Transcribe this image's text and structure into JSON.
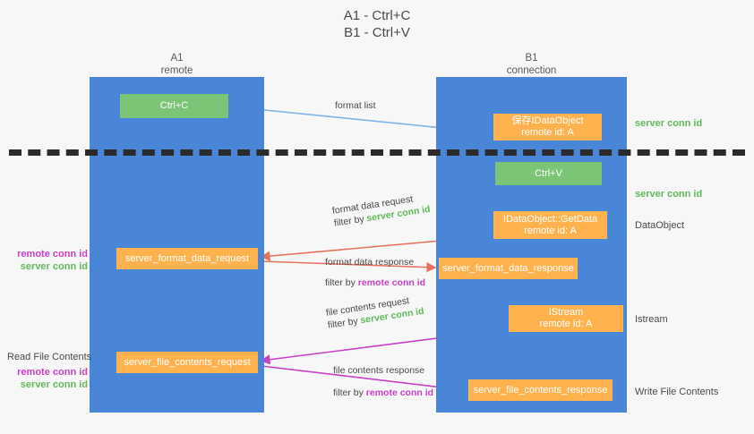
{
  "title": {
    "line1": "A1 - Ctrl+C",
    "line2": "B1 - Ctrl+V"
  },
  "columns": {
    "left": {
      "name": "A1",
      "role": "remote"
    },
    "right": {
      "name": "B1",
      "role": "connection"
    }
  },
  "nodes": {
    "ctrl_c": {
      "line1": "Ctrl+C",
      "line2": ""
    },
    "store_dataobj": {
      "line1": "保存IDataObject",
      "line2": "remote id: A"
    },
    "ctrl_v": {
      "line1": "Ctrl+V",
      "line2": ""
    },
    "getdata": {
      "line1": "IDataObject::GetData",
      "line2": "remote id: A"
    },
    "format_data_request": {
      "line1": "server_format_data_request",
      "line2": ""
    },
    "format_data_response": {
      "line1": "server_format_data_response",
      "line2": ""
    },
    "istream": {
      "line1": "IStream",
      "line2": "remote id: A"
    },
    "file_contents_request": {
      "line1": "server_file_contents_request",
      "line2": ""
    },
    "file_contents_response": {
      "line1": "server_file_contents_response",
      "line2": ""
    }
  },
  "edge_labels": {
    "format_list": {
      "main": "format list",
      "filter_prefix": "",
      "filter_key": ""
    },
    "format_data_request": {
      "main": "format data request",
      "filter_prefix": "filter by ",
      "filter_key": "server conn id"
    },
    "format_data_response": {
      "main": "format data response",
      "filter_prefix": "filter by ",
      "filter_key": "remote conn id"
    },
    "file_contents_request": {
      "main": "file contents request",
      "filter_prefix": "filter by ",
      "filter_key": "server conn id"
    },
    "file_contents_response": {
      "main": "file contents response",
      "filter_prefix": "filter by ",
      "filter_key": "remote conn id"
    }
  },
  "side_labels": {
    "server_conn_id_top": "server conn id",
    "server_conn_id_mid": "server conn id",
    "dataobject": "DataObject",
    "istream": "Istream",
    "write_file_contents": "Write File Contents"
  },
  "left_labels": {
    "read_file_contents": "Read File Contents",
    "remote_conn_id_1": "remote conn id",
    "server_conn_id_1": "server conn id",
    "remote_conn_id_2": "remote conn id",
    "server_conn_id_2": "server conn id"
  },
  "colors": {
    "lane": "#4a86d8",
    "green_node": "#7cc576",
    "orange_node": "#ffb24d",
    "green_text": "#62b85c",
    "magenta_text": "#c83fc8",
    "arrow_blue": "#7fb4e8",
    "arrow_red": "#e8705f",
    "arrow_magenta": "#c83fc8",
    "arrow_black": "#000000",
    "separator": "#2b2b2b",
    "background": "#f7f7f7"
  }
}
